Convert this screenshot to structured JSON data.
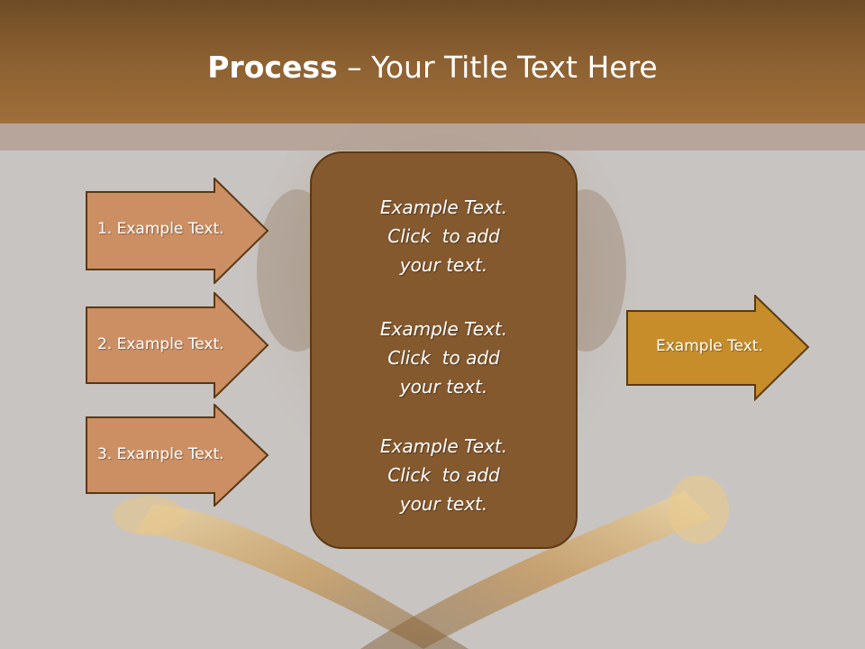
{
  "title": {
    "bold": "Process",
    "rest": " – Your Title Text Here"
  },
  "left_arrows": [
    {
      "label": "1. Example Text."
    },
    {
      "label": "2. Example Text."
    },
    {
      "label": "3. Example Text."
    }
  ],
  "center_box": {
    "blocks": [
      {
        "line1": "Example Text.",
        "line2": "Click  to add",
        "line3": "your text."
      },
      {
        "line1": "Example Text.",
        "line2": "Click  to add",
        "line3": "your text."
      },
      {
        "line1": "Example Text.",
        "line2": "Click  to add",
        "line3": "your text."
      }
    ]
  },
  "right_arrow": {
    "label": "Example Text."
  },
  "colors": {
    "header": "#8a5f30",
    "left_arrow_fill": "#cc8f63",
    "center_box_fill": "#85592e",
    "right_arrow_fill": "#c68d2a",
    "outline": "#5a3914"
  }
}
